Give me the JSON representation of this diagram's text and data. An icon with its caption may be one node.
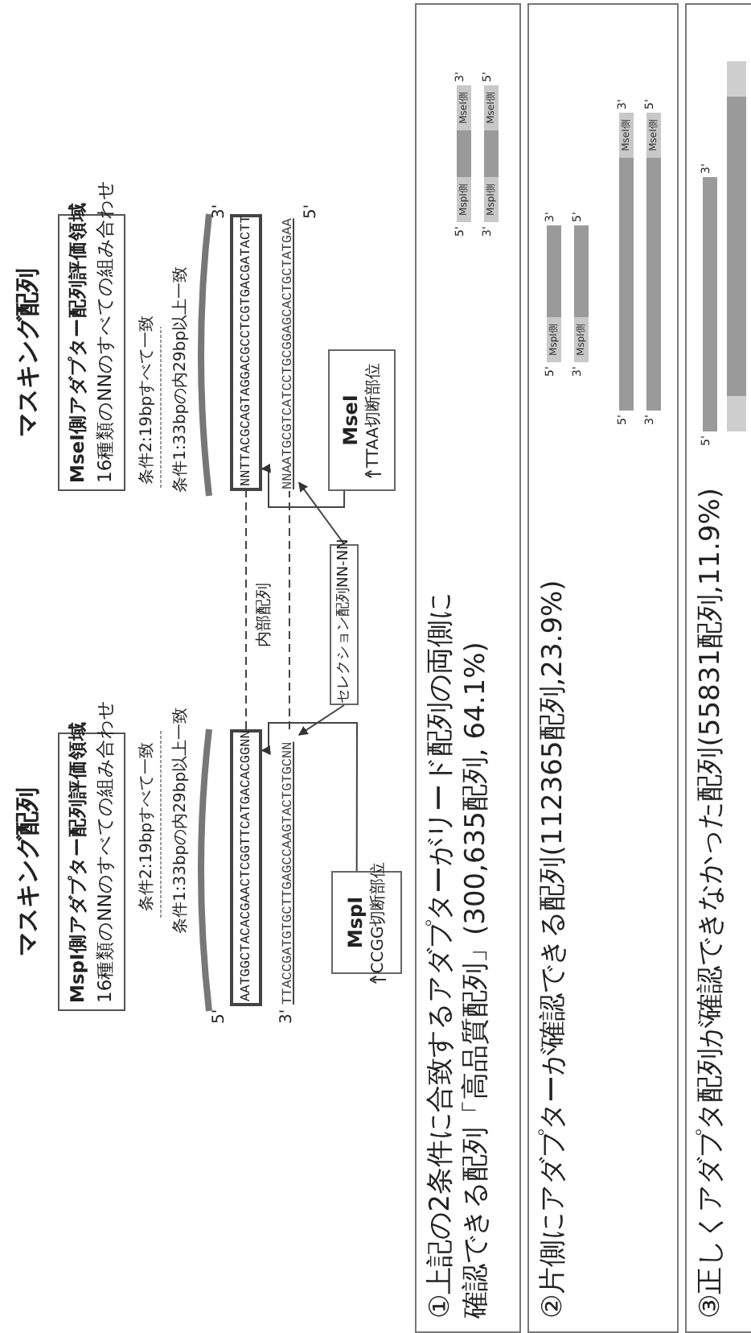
{
  "diagram": {
    "nodes": [
      {
        "text": [
          "MspI側アダプター配列評価領域",
          "16種類のNNのすべての組み合わせ"
        ]
      },
      {
        "text": [
          "MseI側アダプター配列評価領域",
          "16種類のNNのすべての組み合わせ"
        ]
      },
      {
        "text": [
          "AATGGCTACACGAACTCGGTTCATGACACGGNN"
        ]
      },
      {
        "text": [
          "TTACCGATGTGCTTGAGCCAAGTACTGTGCNN"
        ]
      },
      {
        "text": [
          "NNTTACGCAGTAGGACGCCTCGTGACGATACTT"
        ]
      },
      {
        "text": [
          "NNAATGCGTCATCCTGCGGAGCACTGCTATGAA"
        ]
      },
      {
        "text": [
          "MspI",
          "CCGG切断部位"
        ]
      },
      {
        "text": [
          "MseI",
          "TTAA切断部位"
        ]
      },
      {
        "text": [
          "セレクション配列NN-NN"
        ]
      },
      {
        "text": [
          "①上記の2条件に合致するアダプターがリード配列の両側に確認できる配列「高品質配列」(300,635配列, 64.1%)"
        ]
      },
      {
        "text": [
          "②片側にアダプターが確認できる配列(112365配列,23.9%)"
        ]
      },
      {
        "text": [
          "③正しくアダプタ配列が確認できなかった配列(55831配列,11.9%)"
        ]
      }
    ],
    "edges": [
      {
        "from": 2,
        "to": 4,
        "arrow": "none",
        "style": "dashed"
      },
      {
        "from": 3,
        "to": 5,
        "arrow": "none",
        "style": "dashed"
      },
      {
        "from": 6,
        "to": 2,
        "arrow": "to"
      },
      {
        "from": 7,
        "to": 4,
        "arrow": "to"
      },
      {
        "from": 8,
        "to": 3,
        "arrow": "to"
      },
      {
        "from": 8,
        "to": 5,
        "arrow": "to"
      }
    ],
    "labels": [
      "マスキング配列",
      "マスキング配列",
      "条件2:19bpすべて一致",
      "条件1:33bpの内29bp以上一致",
      "条件2:19bpすべて一致",
      "条件1:33bpの内29bp以上一致",
      "5'",
      "3'",
      "内部配列",
      "3'",
      "5'",
      "5'",
      "MspI側",
      "MseI側",
      "3'",
      "3'",
      "MspI側",
      "MseI側",
      "5'",
      "5'",
      "MspI側",
      "3'",
      "3'",
      "MspI側",
      "5'",
      "5'",
      "MseI側",
      "3'",
      "3'",
      "MseI側",
      "5'",
      "5'",
      "3'"
    ]
  }
}
